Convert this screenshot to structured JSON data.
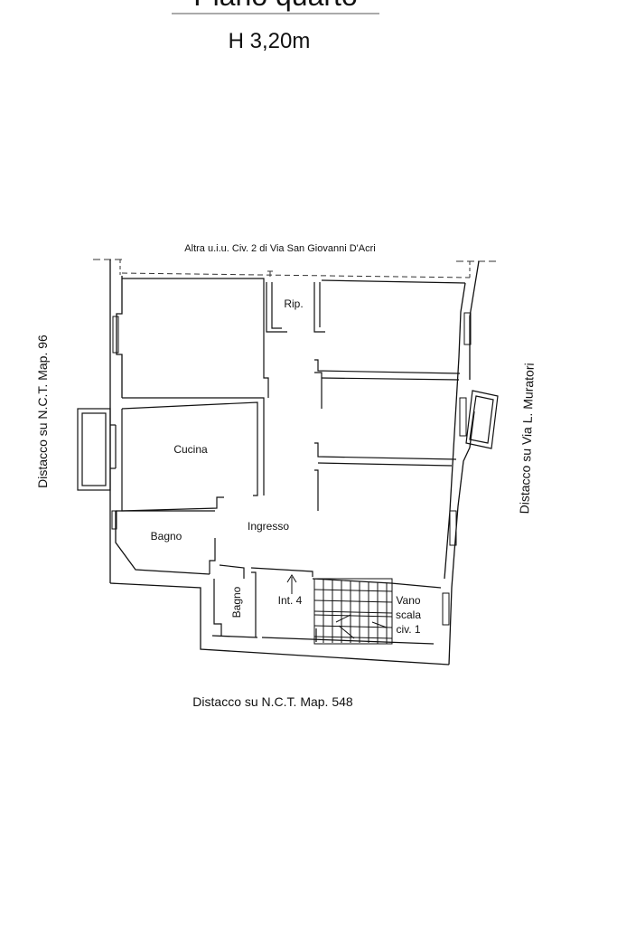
{
  "header": {
    "title": "Piano quarto",
    "height_label": "H 3,20m"
  },
  "boundaries": {
    "north": "Altra u.i.u. Civ. 2 di Via San Giovanni D'Acri",
    "west": "Distacco su N.C.T. Map. 96",
    "east": "Distacco su Via L. Muratori",
    "south": "Distacco su N.C.T. Map. 548"
  },
  "rooms": {
    "ripostiglio": "Rip.",
    "cucina": "Cucina",
    "ingresso": "Ingresso",
    "bagno_main": "Bagno",
    "bagno_small": "Bagno",
    "interno": "Int. 4",
    "vano_scala": [
      "Vano",
      "scala",
      "civ. 1"
    ]
  }
}
